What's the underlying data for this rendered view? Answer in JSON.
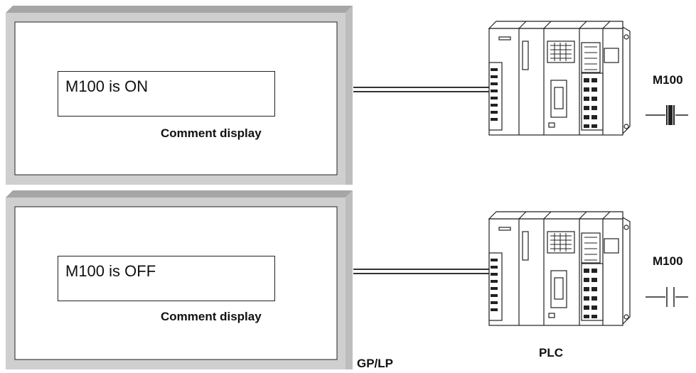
{
  "panels": [
    {
      "message": "M100 is ON",
      "caption": "Comment display",
      "contact_label": "M100",
      "contact_state": "closed"
    },
    {
      "message": "M100 is OFF",
      "caption": "Comment display",
      "contact_label": "M100",
      "contact_state": "open"
    }
  ],
  "labels": {
    "gp_lp": "GP/LP",
    "plc": "PLC"
  }
}
